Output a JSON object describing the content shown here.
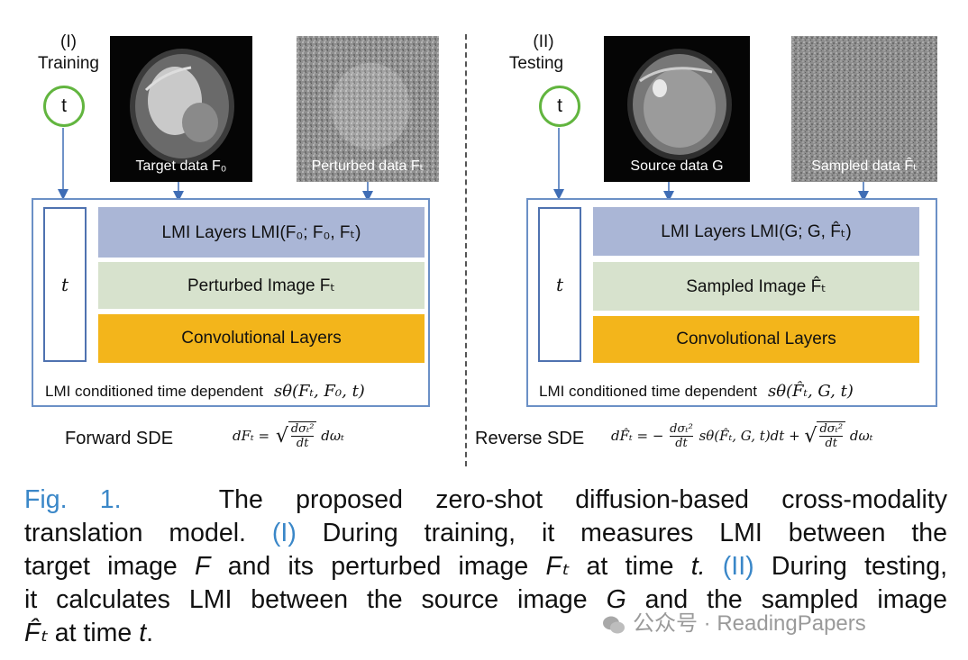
{
  "training": {
    "num": "(I)",
    "title": "Training",
    "t_circle": "t",
    "target_caption": "Target data F₀",
    "perturbed_caption": "Perturbed data Fₜ",
    "t_column": "t",
    "layer_lmi": "LMI Layers LMI(F₀; F₀, Fₜ)",
    "layer_image": "Perturbed Image Fₜ",
    "layer_conv": "Convolutional Layers",
    "cond_text": "LMI conditioned time dependent",
    "cond_formula": "sθ(Fₜ, F₀, t)",
    "sde_label": "Forward SDE",
    "sde_lhs": "dFₜ =",
    "sde_frac_num": "dσₜ²",
    "sde_frac_den": "dt",
    "sde_tail": "dωₜ"
  },
  "testing": {
    "num": "(II)",
    "title": "Testing",
    "t_circle": "t",
    "source_caption": "Source data G",
    "sampled_caption": "Sampled data F̂ₜ",
    "t_column": "t",
    "layer_lmi": "LMI Layers LMI(G; G, F̂ₜ)",
    "layer_image": "Sampled Image F̂ₜ",
    "layer_conv": "Convolutional Layers",
    "cond_text": "LMI conditioned time dependent",
    "cond_formula": "sθ(F̂ₜ, G, t)",
    "sde_label": "Reverse SDE",
    "sde_lhs": "dF̂ₜ = −",
    "sde_frac_num": "dσₜ²",
    "sde_frac_den": "dt",
    "sde_mid": "sθ(F̂ₜ, G, t)dt +",
    "sde_tail": "dωₜ"
  },
  "caption": {
    "fig": "Fig. 1.",
    "line1": "The proposed zero-shot diffusion-based cross-modality",
    "line2_a": "translation model.",
    "ref1": "(I)",
    "line2_b": "During training, it measures LMI between the",
    "line3_a": "target image",
    "var_F": "F",
    "line3_b": "and its perturbed image",
    "var_Ft": "Fₜ",
    "line3_c": "at time",
    "var_t1": "t.",
    "ref2": "(II)",
    "line3_d": "During testing,",
    "line4_a": "it calculates LMI between the source image",
    "var_G": "G",
    "line4_b": "and the sampled image",
    "var_Fhat": "F̂ₜ",
    "line5_a": "at time",
    "var_t2": "t",
    "line5_b": "."
  },
  "watermark": "公众号 · ReadingPapers",
  "colors": {
    "panel_border": "#6b90c6",
    "lmi_layer": "#aab6d6",
    "image_layer": "#d7e2cd",
    "conv_layer": "#f3b51b",
    "time_circle": "#62b53f",
    "arrow": "#3f6db5",
    "caption_ref": "#3a87c8"
  }
}
